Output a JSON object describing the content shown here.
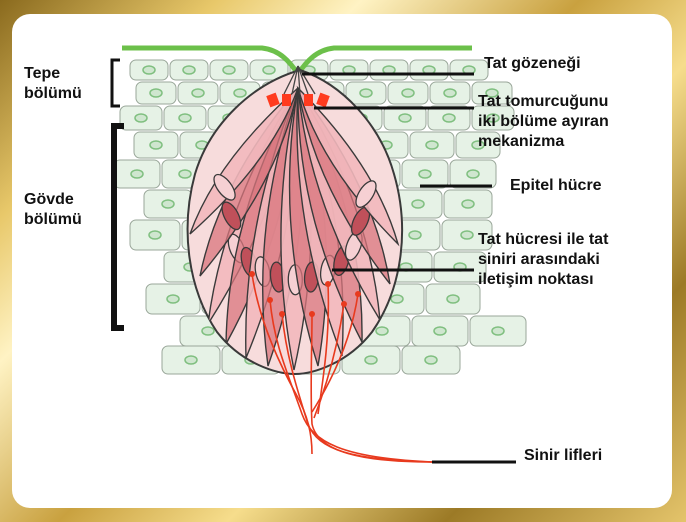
{
  "labels": {
    "tepe_bolumu": "Tepe\nbölümü",
    "govde_bolumu": "Gövde\nbölümü",
    "tat_gozenegi": "Tat gözeneği",
    "tat_tomurcugu": "Tat tomurcuğunu\niki bölüme ayıran\nmekanizma",
    "epitel_hucre": "Epitel hücre",
    "tat_hucresi": "Tat hücresi ile tat\nsiniri arasındaki\niletişim noktası",
    "sinir_lifleri": "Sinir lifleri"
  },
  "colors": {
    "frame_gold": "#c9a13f",
    "epithelium": "#e6f2e6",
    "epithelium_nucleus": "#7fbf7f",
    "surface": "#6cc04a",
    "cell_pink": "#f2b8bc",
    "cell_dark": "#d9767e",
    "nerve": "#e83a1e",
    "pore": "#ff3b1f"
  }
}
